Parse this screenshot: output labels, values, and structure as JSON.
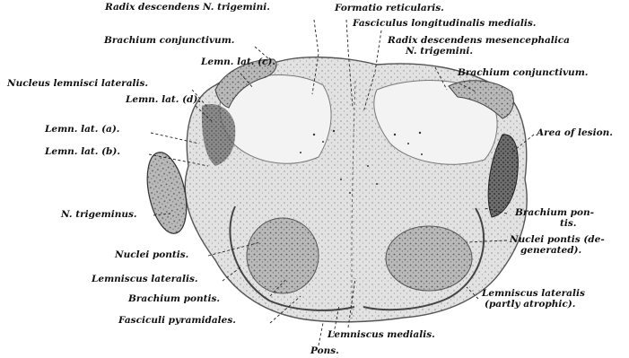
{
  "figure": {
    "labels": {
      "radix_desc_trig": "Radix descendens N. trigemini.",
      "formatio_ret": "Formatio reticularis.",
      "fasc_long": "Fasciculus longitudinalis medialis.",
      "brach_conj_left": "Brachium conjunctivum.",
      "radix_mesen_1": "Radix descendens mesencephalica",
      "radix_mesen_2": "N. trigemini.",
      "lemn_lat_c": "Lemn. lat. (c).",
      "brach_conj_right": "Brachium conjunctivum.",
      "nucl_lemn_lat": "Nucleus lemnisci lateralis.",
      "lemn_lat_d": "Lemn. lat. (d).",
      "lemn_lat_a": "Lemn. lat. (a).",
      "area_lesion": "Area of lesion.",
      "lemn_lat_b": "Lemn. lat. (b).",
      "n_trigeminus": "N. trigeminus.",
      "brach_pontis_r1": "Brachium pon-",
      "brach_pontis_r2": "tis.",
      "nuclei_pontis_l": "Nuclei pontis.",
      "nuclei_pontis_r1": "Nuclei pontis (de-",
      "nuclei_pontis_r2": "generated).",
      "lemn_lat_left": "Lemniscus lateralis.",
      "lemn_lat_r1": "Lemniscus lateralis",
      "lemn_lat_r2": "(partly atrophic).",
      "brach_pontis_l": "Brachium pontis.",
      "fasc_pyr": "Fasciculi pyramidales.",
      "lemn_med": "Lemniscus medialis.",
      "pons": "Pons."
    }
  }
}
